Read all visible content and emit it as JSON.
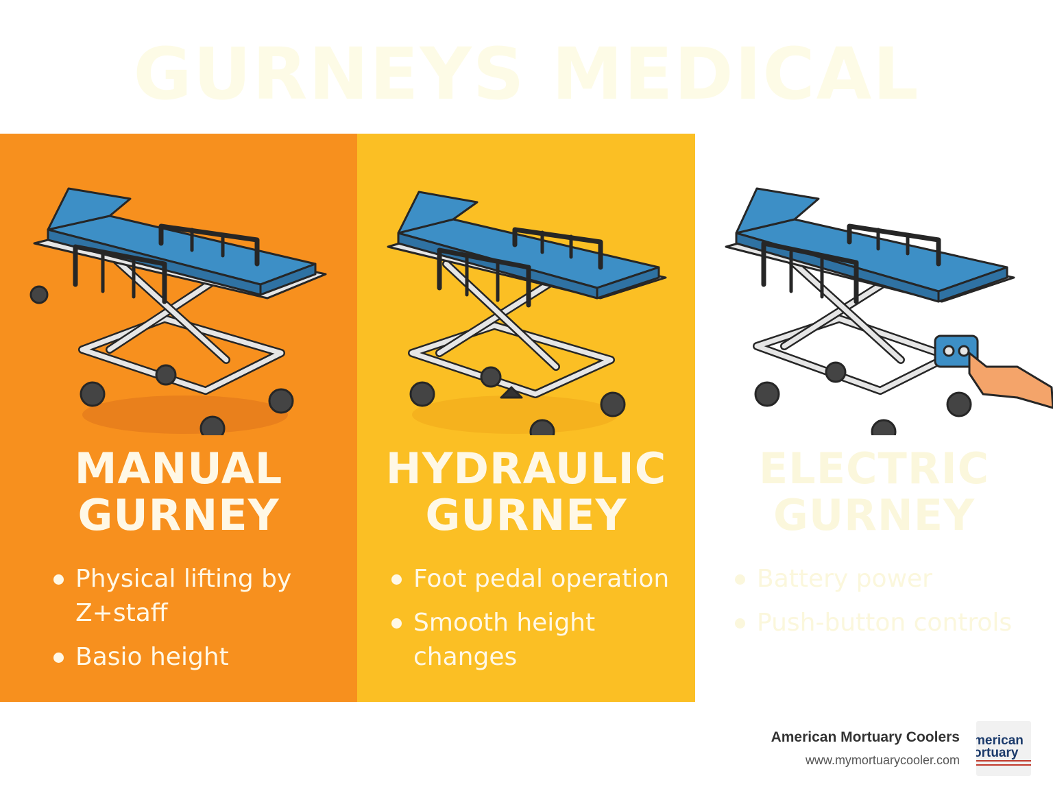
{
  "title": "GURNEYS MEDICAL",
  "colors": {
    "title": "#fdfbe6",
    "manual_panel": "#f7901e",
    "hydraulic_panel": "#fbbf24",
    "electric_panel": "#ffffff",
    "heading_light": "#fff8e6",
    "electric_text": "#fbf7dc",
    "mattress": "#3d8fc6",
    "frame": "#e6e6e6",
    "outline": "#262626"
  },
  "panels": [
    {
      "heading_line1": "MANUAL",
      "heading_line2": "GURNEY",
      "illustration": "manual-gurney-illustration",
      "bullets": [
        "Physical lifting by Z+staff",
        "Basio height"
      ]
    },
    {
      "heading_line1": "HYDRAULIC",
      "heading_line2": "GURNEY",
      "illustration": "hydraulic-gurney-illustration",
      "bullets": [
        "Foot pedal operation",
        "Smooth height changes"
      ]
    },
    {
      "heading_line1": "ELECTRIC",
      "heading_line2": "GURNEY",
      "illustration": "electric-gurney-illustration",
      "bullets": [
        "Battery power",
        "Push-button controls"
      ]
    }
  ],
  "footer": {
    "company": "American Mortuary Coolers",
    "url": "www.mymortuarycooler.com",
    "logo_text_line1": "merican",
    "logo_text_line2": "ortuary"
  }
}
